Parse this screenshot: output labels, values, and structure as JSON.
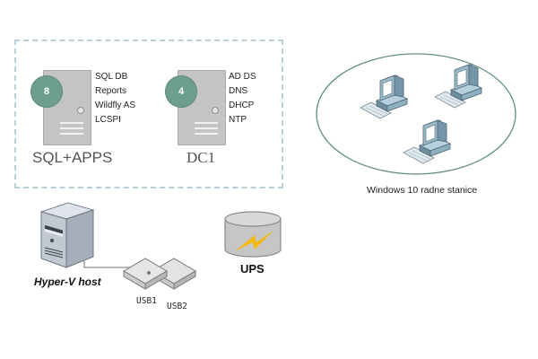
{
  "vm_group": {
    "servers": [
      {
        "name": "SQL+APPS",
        "cpu_count": "8",
        "services": [
          "SQL DB",
          "Reports",
          "Wildfly AS",
          "LCSPI"
        ]
      },
      {
        "name": "DC1",
        "cpu_count": "4",
        "services": [
          "AD DS",
          "DNS",
          "DHCP",
          "NTP"
        ]
      }
    ]
  },
  "workstations": {
    "label": "Windows 10 radne stanice",
    "count": 3
  },
  "host": {
    "label": "Hyper-V host"
  },
  "usb_devices": [
    "USB1",
    "USB2"
  ],
  "ups": {
    "label": "UPS"
  },
  "colors": {
    "badge": "#6e9e8e",
    "dashed_border": "#b9cdd8",
    "ellipse": "#5e8f7c",
    "bolt": "#f2b90f"
  }
}
